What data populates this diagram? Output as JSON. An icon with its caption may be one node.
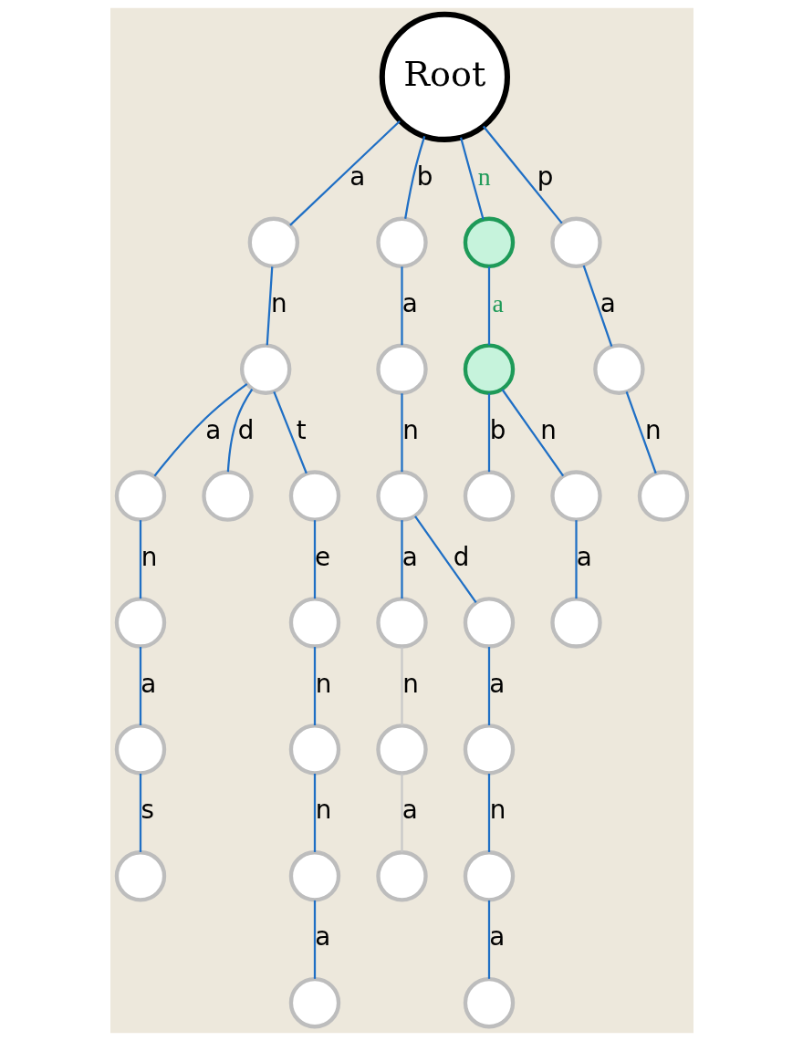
{
  "diagram": {
    "nodes": [
      {
        "text": [
          "Root"
        ]
      },
      {
        "text": [],
        "shape": "circle"
      },
      {
        "text": [],
        "shape": "circle"
      },
      {
        "text": [],
        "shape": "circle"
      },
      {
        "text": [],
        "shape": "circle"
      },
      {
        "text": [],
        "shape": "circle"
      },
      {
        "text": [],
        "shape": "circle"
      },
      {
        "text": [],
        "shape": "circle"
      },
      {
        "text": [],
        "shape": "circle"
      },
      {
        "text": [],
        "shape": "circle"
      },
      {
        "text": [],
        "shape": "circle"
      },
      {
        "text": [],
        "shape": "circle"
      },
      {
        "text": [],
        "shape": "circle"
      },
      {
        "text": [],
        "shape": "circle"
      },
      {
        "text": [],
        "shape": "circle"
      },
      {
        "text": [],
        "shape": "circle"
      },
      {
        "text": [],
        "shape": "circle"
      },
      {
        "text": [],
        "shape": "circle"
      },
      {
        "text": [],
        "shape": "circle"
      },
      {
        "text": [],
        "shape": "circle"
      },
      {
        "text": [],
        "shape": "circle"
      },
      {
        "text": [],
        "shape": "circle"
      },
      {
        "text": [],
        "shape": "circle"
      },
      {
        "text": [],
        "shape": "circle"
      },
      {
        "text": [],
        "shape": "circle"
      },
      {
        "text": [],
        "shape": "circle"
      },
      {
        "text": [],
        "shape": "circle"
      },
      {
        "text": [],
        "shape": "circle"
      },
      {
        "text": [],
        "shape": "circle"
      },
      {
        "text": [],
        "shape": "circle"
      },
      {
        "text": [],
        "shape": "circle"
      }
    ],
    "edges": [
      {
        "from": 0,
        "to": 1,
        "arrow": "none",
        "label": "a"
      },
      {
        "from": 0,
        "to": 2,
        "arrow": "none",
        "label": "b"
      },
      {
        "from": 0,
        "to": 3,
        "arrow": "none",
        "label": "n"
      },
      {
        "from": 0,
        "to": 4,
        "arrow": "none",
        "label": "p"
      },
      {
        "from": 1,
        "to": 5,
        "arrow": "none",
        "label": "n"
      },
      {
        "from": 5,
        "to": 6,
        "arrow": "none",
        "label": "a"
      },
      {
        "from": 5,
        "to": 7,
        "arrow": "none",
        "label": "d"
      },
      {
        "from": 5,
        "to": 8,
        "arrow": "none",
        "label": "t"
      },
      {
        "from": 6,
        "to": 9,
        "arrow": "none",
        "label": "n"
      },
      {
        "from": 9,
        "to": 10,
        "arrow": "none",
        "label": "a"
      },
      {
        "from": 10,
        "to": 11,
        "arrow": "none",
        "label": "s"
      },
      {
        "from": 8,
        "to": 12,
        "arrow": "none",
        "label": "e"
      },
      {
        "from": 12,
        "to": 13,
        "arrow": "none",
        "label": "n"
      },
      {
        "from": 13,
        "to": 14,
        "arrow": "none",
        "label": "n"
      },
      {
        "from": 14,
        "to": 15,
        "arrow": "none",
        "label": "a"
      },
      {
        "from": 2,
        "to": 16,
        "arrow": "none",
        "label": "a"
      },
      {
        "from": 16,
        "to": 17,
        "arrow": "none",
        "label": "n"
      },
      {
        "from": 17,
        "to": 18,
        "arrow": "none",
        "label": "a"
      },
      {
        "from": 17,
        "to": 19,
        "arrow": "none",
        "label": "d"
      },
      {
        "from": 18,
        "to": 20,
        "arrow": "none",
        "label": "n",
        "color": "#c8c8c8"
      },
      {
        "from": 20,
        "to": 21,
        "arrow": "none",
        "label": "a",
        "color": "#c8c8c8"
      },
      {
        "from": 19,
        "to": 22,
        "arrow": "none",
        "label": "a"
      },
      {
        "from": 22,
        "to": 23,
        "arrow": "none",
        "label": "n"
      },
      {
        "from": 23,
        "to": 24,
        "arrow": "none",
        "label": "a"
      },
      {
        "from": 3,
        "to": 25,
        "arrow": "none",
        "label": "a"
      },
      {
        "from": 25,
        "to": 26,
        "arrow": "none",
        "label": "b"
      },
      {
        "from": 25,
        "to": 27,
        "arrow": "none",
        "label": "n"
      },
      {
        "from": 27,
        "to": 28,
        "arrow": "none",
        "label": "a"
      },
      {
        "from": 4,
        "to": 29,
        "arrow": "none",
        "label": "a"
      },
      {
        "from": 29,
        "to": 30,
        "arrow": "none",
        "label": "n"
      }
    ]
  }
}
